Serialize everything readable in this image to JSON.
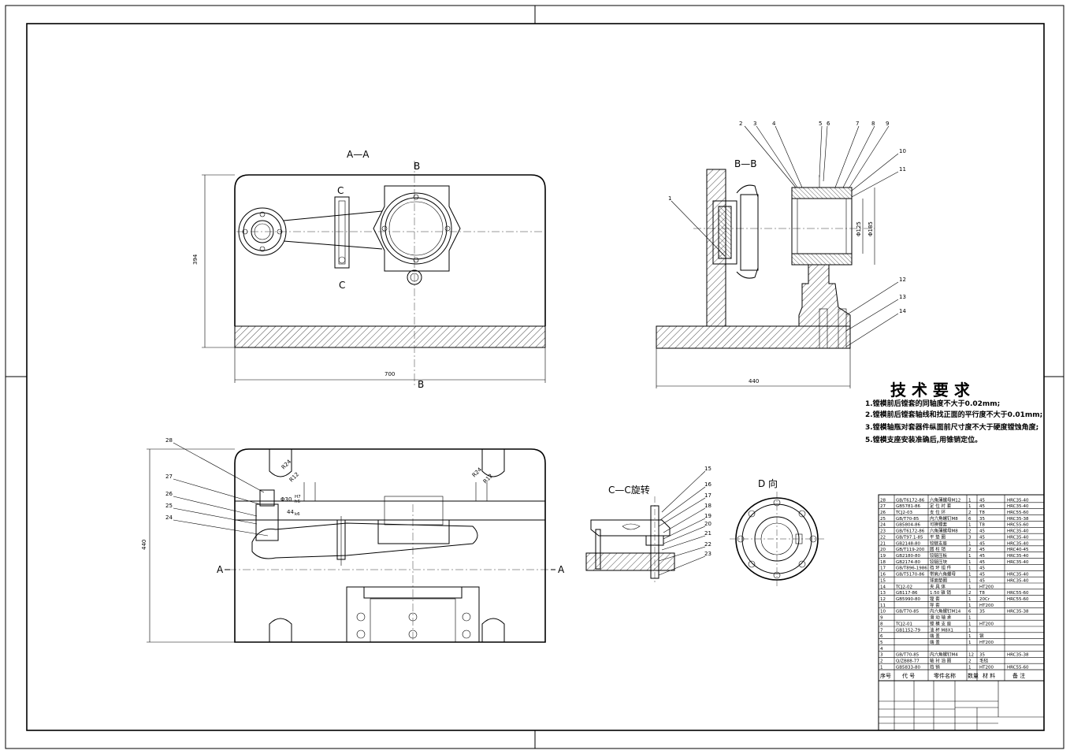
{
  "views": {
    "aa": {
      "title": "A—A",
      "b_top": "B",
      "b_bottom": "B",
      "c_top": "C",
      "c_bottom": "C",
      "dim_height": "394",
      "dim_width": "700"
    },
    "bb": {
      "title": "B—B",
      "dim_width": "440",
      "dim_d1": "Φ125",
      "dim_d2": "Φ185",
      "callouts": [
        "1",
        "2",
        "3",
        "4",
        "5",
        "6",
        "7",
        "8",
        "9",
        "10",
        "11",
        "12",
        "13",
        "14"
      ]
    },
    "plan": {
      "dim_height": "440",
      "a_left": "A",
      "a_right": "A",
      "r1": "R24",
      "r2": "R12",
      "r3": "R24",
      "r4": "R12",
      "d30": "Φ30",
      "d44": "44",
      "h7": "H7",
      "h6": "h6",
      "k6": "k6",
      "callouts": [
        "28",
        "27",
        "26",
        "25",
        "24"
      ]
    },
    "cc": {
      "title": "C—C旋转",
      "callouts": [
        "15",
        "16",
        "17",
        "18",
        "19",
        "20",
        "21",
        "22",
        "23"
      ]
    },
    "dd": {
      "title": "D 向"
    }
  },
  "tech": {
    "title": "技 术 要 求",
    "items": [
      "1.镗模前后镗套的同轴度不大于0.02mm;",
      "2.镗模前后镗套轴线和找正面的平行度不大于0.01mm;",
      "3.镗模轴瓶对套器件纵面前尺寸度不大于硬度镗蚀角度;",
      "5.镗模支座安装准确后,用锥销定位。"
    ]
  },
  "bom": {
    "rows": [
      [
        "28",
        "GB/T6172-86",
        "六角薄螺母M12",
        "1",
        "45",
        "HRC35-40"
      ],
      [
        "27",
        "GB5781-86",
        "定 位 衬 套",
        "1",
        "45",
        "HRC35-40"
      ],
      [
        "26",
        "TCJ2-03",
        "支 位 环",
        "2",
        "T8",
        "HRC55-60"
      ],
      [
        "25",
        "GB/T70-85",
        "内六角螺钉M8",
        "6",
        "35",
        "HRC35-38"
      ],
      [
        "24",
        "GB5804-86",
        "可换镗套",
        "1",
        "T8",
        "HRC55-60"
      ],
      [
        "23",
        "GB/T6172-86",
        "六角薄螺母M8",
        "2",
        "45",
        "HRC35-40"
      ],
      [
        "22",
        "GB/T97.1-85",
        "平 垫 圈",
        "3",
        "45",
        "HRC35-40"
      ],
      [
        "21",
        "GB2148-80",
        "铰链支座",
        "1",
        "45",
        "HRC35-40"
      ],
      [
        "20",
        "GB/T119-200",
        "圆 柱 销",
        "2",
        "45",
        "HRC40-45"
      ],
      [
        "19",
        "GB2180-80",
        "铰链压板",
        "1",
        "45",
        "HRC35-40"
      ],
      [
        "18",
        "GB2174-80",
        "铰链压块",
        "1",
        "45",
        "HRC35-40"
      ],
      [
        "17",
        "GB/T896-1986",
        "挡 环 组 件",
        "1",
        "45",
        ""
      ],
      [
        "16",
        "GB/T5170-86",
        "带肩六角螺母",
        "1",
        "45",
        "HRC35-40"
      ],
      [
        "15",
        "",
        "球面垫圈",
        "1",
        "45",
        "HRC35-40"
      ],
      [
        "14",
        "TCJ2-02",
        "夹 具 体",
        "1",
        "HT200",
        ""
      ],
      [
        "13",
        "GB117-86",
        "1:50 锥 销",
        "2",
        "T8",
        "HRC55-60"
      ],
      [
        "12",
        "GB5990-80",
        "镗 套",
        "1",
        "20Cr",
        "HRC55-60"
      ],
      [
        "11",
        "",
        "导 套",
        "1",
        "HT200",
        ""
      ],
      [
        "10",
        "GB/T70-85",
        "内六角螺钉M14",
        "6",
        "35",
        "HRC35-38"
      ],
      [
        "9",
        "",
        "滑 动 轴 承",
        "1",
        "",
        ""
      ],
      [
        "8",
        "TCJ2-01",
        "镗 模 支 座",
        "1",
        "HT200",
        ""
      ],
      [
        "7",
        "GB1152-79",
        "油 杯 M8X1",
        "1",
        "",
        ""
      ],
      [
        "6",
        "",
        "端 盖",
        "1",
        "钢",
        ""
      ],
      [
        "5",
        "",
        "端 盖",
        "1",
        "HT200",
        ""
      ],
      [
        "4",
        "",
        "",
        "",
        "",
        ""
      ],
      [
        "3",
        "GB/T70-85",
        "内六角螺钉M4",
        "12",
        "35",
        "HRC35-38"
      ],
      [
        "2",
        "Q/ZB88-77",
        "轴 衬 油 圈",
        "2",
        "毛毡",
        ""
      ],
      [
        "1",
        "GB5833-80",
        "挡 销",
        "1",
        "HT200",
        "HRC55-60"
      ]
    ],
    "header": {
      "seq": "序号",
      "code": "代 号",
      "name": "零件名称",
      "qty": "数量",
      "mat": "材 料",
      "note": "备 注"
    }
  }
}
